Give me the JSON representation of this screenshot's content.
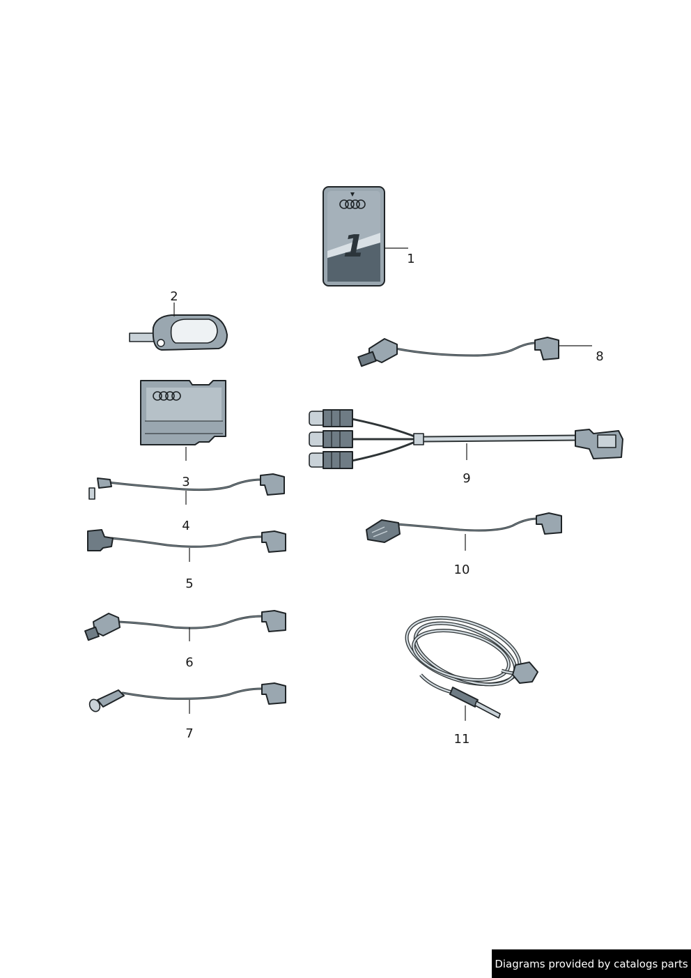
{
  "footer": {
    "credit": "Diagrams provided by catalogs parts"
  },
  "callouts": [
    "1",
    "2",
    "3",
    "4",
    "5",
    "6",
    "7",
    "8",
    "9",
    "10",
    "11"
  ],
  "card": {
    "number": "1"
  }
}
